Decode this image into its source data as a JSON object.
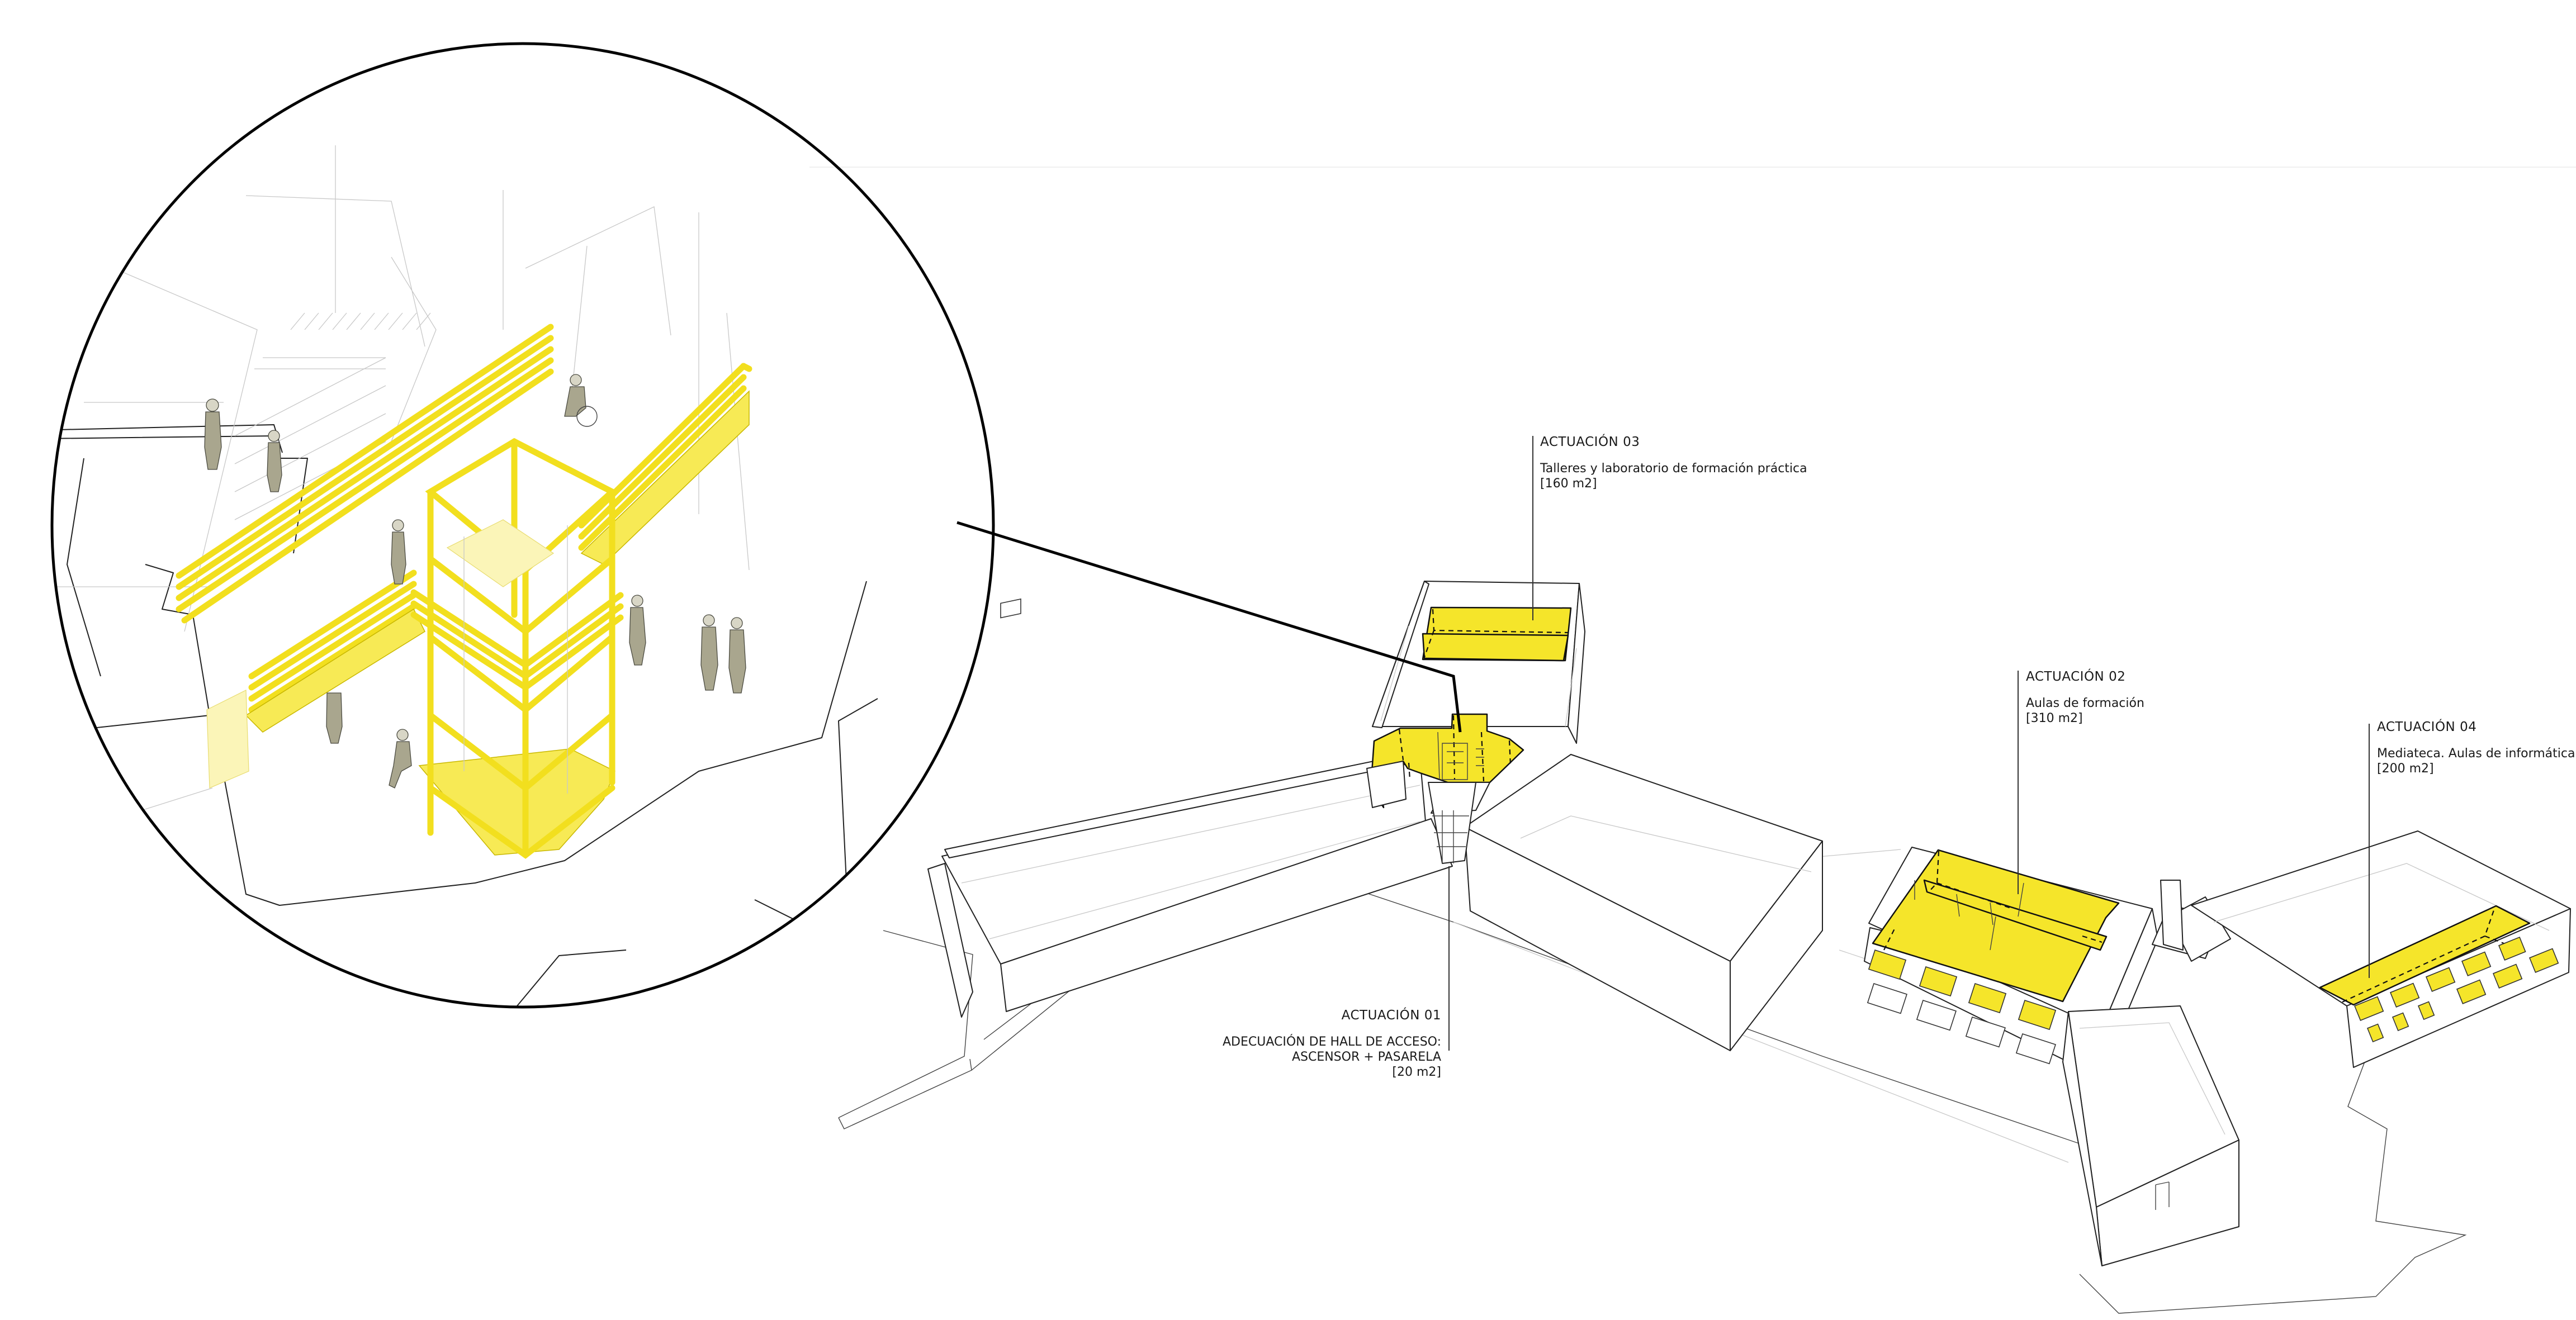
{
  "drawing": {
    "type": "axonometric architectural diagram",
    "highlight_color": "#f5e52a",
    "figure_color": "#a9a68e",
    "line_color": "#222222"
  },
  "detail_view": {
    "subject": "Ascensor + pasarela en hall de acceso",
    "elements": [
      "elevator-tower",
      "ramp-walkway",
      "stair",
      "people",
      "wheelchair-user"
    ]
  },
  "annotations": [
    {
      "id": "actuacion-01",
      "title": "ACTUACIÓN 01",
      "lines": [
        "ADECUACIÓN DE HALL DE ACCESO:",
        "ASCENSOR + PASARELA",
        "[20 m2]"
      ]
    },
    {
      "id": "actuacion-02",
      "title": "ACTUACIÓN 02",
      "lines": [
        "Aulas de formación",
        "[310 m2]"
      ]
    },
    {
      "id": "actuacion-03",
      "title": "ACTUACIÓN 03",
      "lines": [
        "Talleres y laboratorio de formación práctica",
        "[160 m2]"
      ]
    },
    {
      "id": "actuacion-04",
      "title": "ACTUACIÓN 04",
      "lines": [
        "Mediateca. Aulas de informática",
        "[200 m2]"
      ]
    }
  ]
}
